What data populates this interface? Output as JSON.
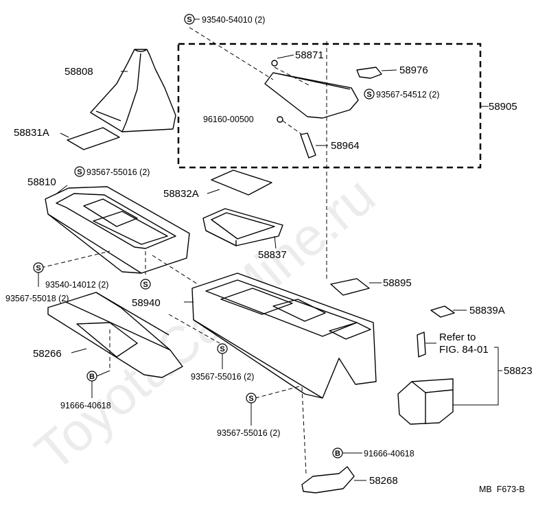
{
  "watermark": "ToyotaCarMine.ru",
  "figure_code": "MB  F673-B",
  "parts": {
    "p58808": "58808",
    "p58831A": "58831A",
    "p58810": "58810",
    "p58832A": "58832A",
    "p58837": "58837",
    "p58940": "58940",
    "p58266": "58266",
    "p58871": "58871",
    "p58976": "58976",
    "p58905": "58905",
    "p58964": "58964",
    "p58895": "58895",
    "p58839A": "58839A",
    "p58823": "58823",
    "p58268": "58268"
  },
  "fasteners": {
    "f_93540_54010": "93540-54010 (2)",
    "f_93567_54512": "93567-54512 (2)",
    "f_96160_00500": "96160-00500",
    "f_93567_55016_top": "93567-55016 (2)",
    "f_93540_14012": "93540-14012 (2)",
    "f_93567_55018": "93567-55018 (2)",
    "f_93567_55016_mid": "93567-55016 (2)",
    "f_93567_55016_low": "93567-55016 (2)",
    "f_91666_40618_left": "91666-40618",
    "f_91666_40618_right": "91666-40618"
  },
  "symbols": {
    "screw": "S",
    "bolt": "B"
  },
  "reference": {
    "line1": "Refer to",
    "line2": "FIG. 84-01"
  }
}
